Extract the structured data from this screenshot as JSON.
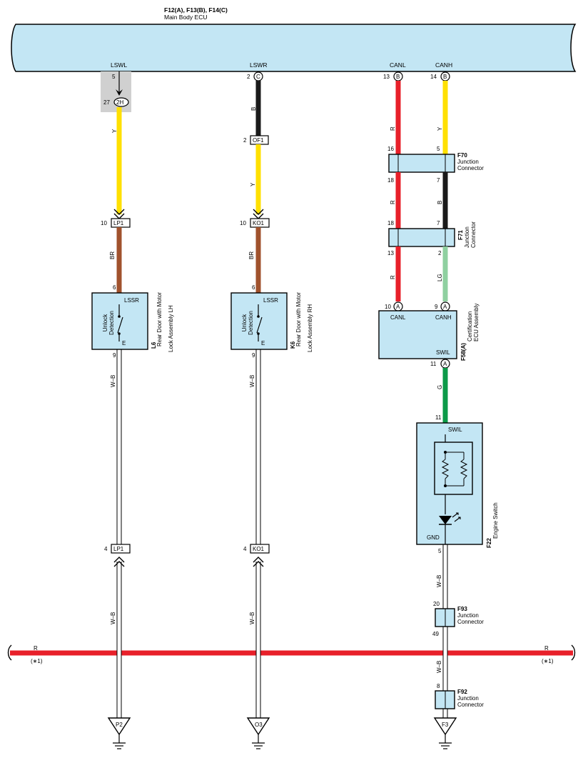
{
  "ecu": {
    "connectors": "F12(A), F13(B), F14(C)",
    "name": "Main Body ECU",
    "terms": [
      {
        "name": "LSWL",
        "pin": "5"
      },
      {
        "name": "LSWR",
        "pin": "2",
        "letter": "C"
      },
      {
        "name": "CANL",
        "pin": "13",
        "letter": "B"
      },
      {
        "name": "CANH",
        "pin": "14",
        "letter": "B"
      }
    ]
  },
  "wire_colors": {
    "Y": "#ffe000",
    "B": "#1a1a1a",
    "BR": "#a0522d",
    "R": "#e8202a",
    "LG": "#8fd0a0",
    "G": "#0b9a48",
    "W-B": "#ffffff"
  },
  "inline_conn": {
    "2h": {
      "id": "2H",
      "pin": "27"
    },
    "of1": {
      "id": "OF1",
      "pin": "2"
    },
    "lp1_top": {
      "id": "LP1",
      "pin": "10"
    },
    "ko1_top": {
      "id": "KO1",
      "pin": "10"
    },
    "lp1_bot": {
      "id": "LP1",
      "pin": "4"
    },
    "ko1_bot": {
      "id": "KO1",
      "pin": "4"
    }
  },
  "wires": {
    "lh1": "Y",
    "lh2": "BR",
    "lh3": "W–B",
    "lh4": "W–B",
    "rh1": "B",
    "rh2": "Y",
    "rh3": "BR",
    "rh4": "W–B",
    "rh5": "W–B",
    "canl1": "R",
    "canl2": "R",
    "canl3": "R",
    "canh1": "Y",
    "canh2": "B",
    "canh3": "LG",
    "g1": "G",
    "eng1": "W–B",
    "eng2": "W–B",
    "bus": "R"
  },
  "l6": {
    "id": "L6",
    "name1": "Rear Door with Motor",
    "name2": "Lock Assembly LH",
    "in_pin": "6",
    "out_pin": "9",
    "term_top": "LSSR",
    "term_bot": "E",
    "func1": "Unlock",
    "func2": "Detection"
  },
  "k6": {
    "id": "K6",
    "name1": "Rear Door with Motor",
    "name2": "Lock Assembly RH",
    "in_pin": "6",
    "out_pin": "9",
    "term_top": "LSSR",
    "term_bot": "E",
    "func1": "Unlock",
    "func2": "Detection"
  },
  "f70": {
    "id": "F70",
    "name1": "Junction",
    "name2": "Connector",
    "p_l_top": "16",
    "p_r_top": "5",
    "p_l_bot": "18",
    "p_r_bot": "7"
  },
  "f71": {
    "id": "F71",
    "name1": "Junction",
    "name2": "Connector",
    "p_l_top": "18",
    "p_r_top": "7",
    "p_l_bot": "13",
    "p_r_bot": "2"
  },
  "f58": {
    "id": "F58(A)",
    "name1": "Certification",
    "name2": "ECU Assembly",
    "canl": "CANL",
    "canh": "CANH",
    "swil": "SWIL",
    "p_canl": "10",
    "p_canh": "9",
    "p_swil": "11",
    "letter": "A"
  },
  "f22": {
    "id": "F22",
    "name": "Engine Switch",
    "swil": "SWIL",
    "gnd": "GND",
    "p_top": "11",
    "p_bot": "5"
  },
  "f93": {
    "id": "F93",
    "name1": "Junction",
    "name2": "Connector",
    "p_top": "20",
    "p_bot": "49"
  },
  "f92": {
    "id": "F92",
    "name1": "Junction",
    "name2": "Connector",
    "p_top": "8"
  },
  "bus": {
    "left_note": "(∗1)",
    "right_note": "(∗1)",
    "left_color": "R",
    "right_color": "R"
  },
  "grounds": [
    "P2",
    "O3",
    "F3"
  ]
}
